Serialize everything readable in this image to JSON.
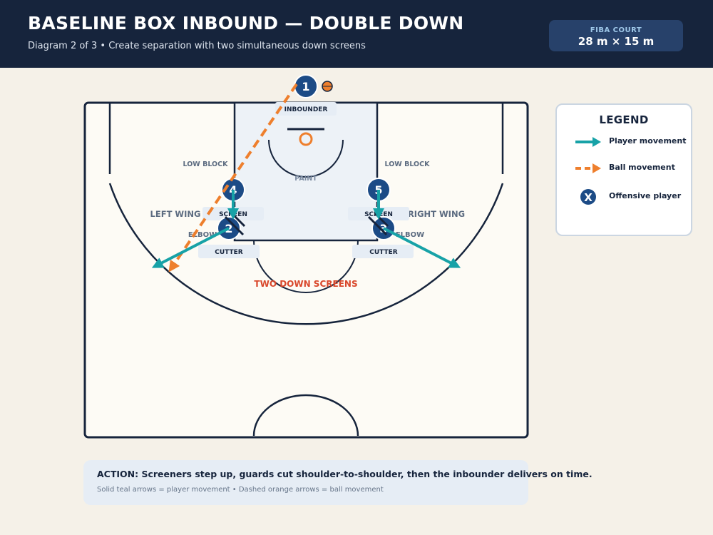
{
  "header": {
    "title": "BASELINE BOX INBOUND — DOUBLE DOWN",
    "subtitle": "Diagram 2 of 3 • Create separation with two simultaneous down screens",
    "court_label": "FIBA COURT",
    "court_value": "28 m × 15 m"
  },
  "court": {
    "paint_label": "PAINT",
    "low_block_left": "LOW BLOCK",
    "low_block_right": "LOW BLOCK",
    "left_wing": "LEFT WING",
    "right_wing": "RIGHT WING",
    "elbow_left": "ELBOW",
    "elbow_right": "ELBOW",
    "center_note": "TWO DOWN SCREENS"
  },
  "players": [
    {
      "number": "1",
      "role": "INBOUNDER"
    },
    {
      "number": "4",
      "role": "SCREEN"
    },
    {
      "number": "5",
      "role": "SCREEN"
    },
    {
      "number": "2",
      "role": "CUTTER"
    },
    {
      "number": "3",
      "role": "CUTTER"
    }
  ],
  "legend": {
    "title": "LEGEND",
    "items": [
      {
        "label": "Player movement",
        "icon": "teal-arrow-icon"
      },
      {
        "label": "Ball movement",
        "icon": "orange-dashed-arrow-icon"
      },
      {
        "label": "Offensive player",
        "icon": "player-x-icon",
        "symbol": "X"
      }
    ]
  },
  "action": {
    "text": "ACTION: Screeners step up, guards cut shoulder-to-shoulder, then the inbounder delivers on time.",
    "note": "Solid teal arrows = player movement • Dashed orange arrows = ball movement"
  },
  "colors": {
    "navy": "#16243c",
    "player": "#1c4b86",
    "teal": "#17a2a7",
    "orange": "#ee7f2d",
    "note_red": "#d9472b"
  }
}
